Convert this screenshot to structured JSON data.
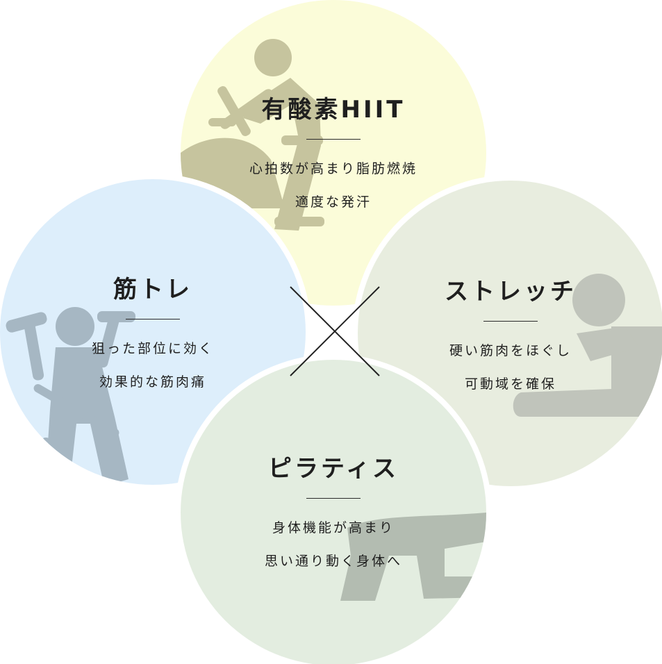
{
  "colors": {
    "top": "#fbfcd9",
    "left": "#ddeefb",
    "right": "#e8eddf",
    "bottom": "#e3ede0",
    "separator": "#ffffff",
    "figure_top": "#c6c49e",
    "figure_left": "#a6b7c3",
    "figure_right": "#c0c4bb",
    "figure_bottom": "#b3bcb1",
    "cross": "#222222",
    "text": "#1f1f1f"
  },
  "icons": {
    "top": "stationary-bike-icon",
    "left": "weight-machine-icon",
    "right": "stretching-figure-icon",
    "bottom": "pilates-pose-icon"
  },
  "cross_symbol": "×",
  "circles": {
    "top": {
      "title": "有酸素HIIT",
      "lines": [
        "心拍数が高まり脂肪燃焼",
        "適度な発汗"
      ]
    },
    "left": {
      "title": "筋トレ",
      "lines": [
        "狙った部位に効く",
        "効果的な筋肉痛"
      ]
    },
    "right": {
      "title": "ストレッチ",
      "lines": [
        "硬い筋肉をほぐし",
        "可動域を確保"
      ]
    },
    "bottom": {
      "title": "ピラティス",
      "lines": [
        "身体機能が高まり",
        "思い通り動く身体へ"
      ]
    }
  }
}
